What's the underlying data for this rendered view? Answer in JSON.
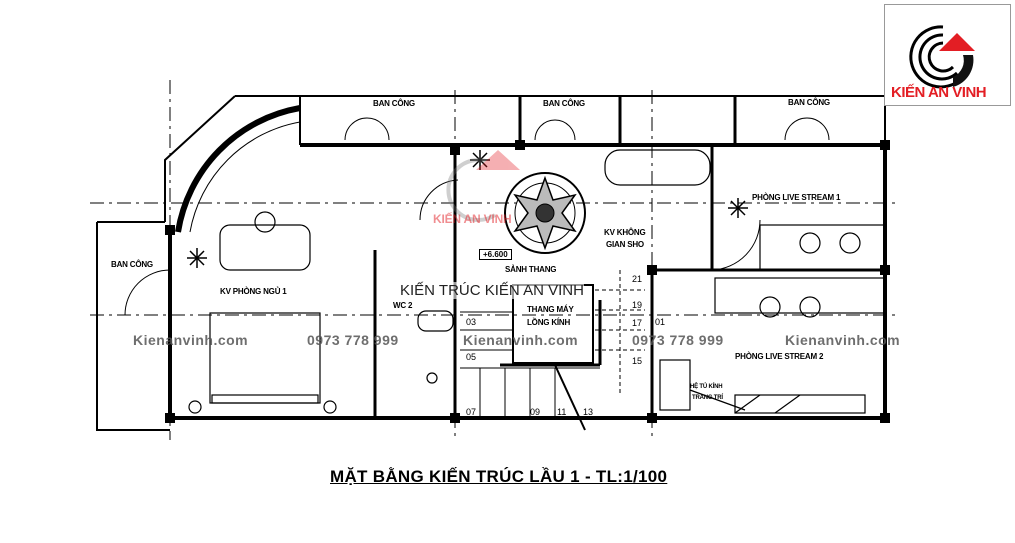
{
  "logo": {
    "text": "KIẾN AN VINH",
    "brand_color": "#e31e24"
  },
  "watermark": {
    "center_text": "KIẾN TRÚC KIẾN AN VINH",
    "logo_text": "KIẾN AN VINH"
  },
  "contact_row": [
    "Kienanvinh.com",
    "0973 778 999",
    "Kienanvinh.com",
    "0973 778 999",
    "Kienanvinh.com"
  ],
  "rooms": {
    "balcony_top_1": "BAN CÔNG",
    "balcony_top_2": "BAN CÔNG",
    "balcony_top_3": "BAN CÔNG",
    "balcony_left": "BAN CÔNG",
    "bedroom": "KV PHÒNG NGỦ 1",
    "wc": "WC 2",
    "hall": "SẢNH THANG",
    "elevator_line1": "THANG MÁY",
    "elevator_line2": "LỒNG KÍNH",
    "space_line1": "KV KHÔNG",
    "space_line2": "GIAN SHO",
    "live1": "PHÒNG LIVE STREAM 1",
    "live2": "PHÒNG LIVE STREAM 2",
    "cabinet_line1": "HỆ TỦ KÍNH",
    "cabinet_line2": "TRANG TRÍ"
  },
  "elevation": "+6.600",
  "stair_numbers": [
    "21",
    "19",
    "17",
    "15",
    "13",
    "11",
    "09",
    "07",
    "05",
    "03",
    "01"
  ],
  "title": "MẶT BẰNG KIẾN TRÚC LẦU 1 - TL:1/100"
}
